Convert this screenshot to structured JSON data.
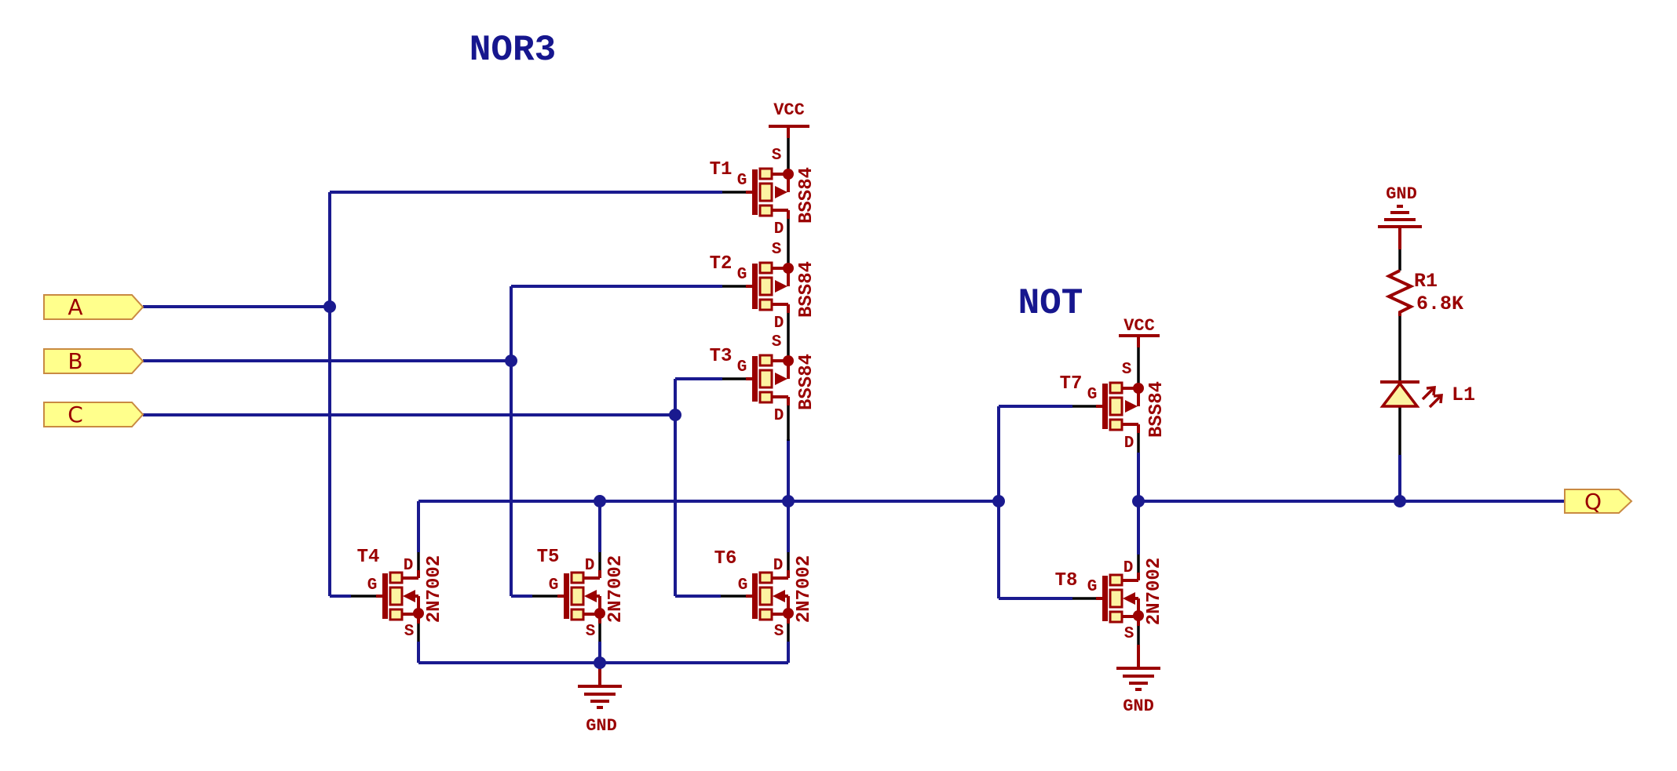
{
  "diagram": {
    "titles": {
      "nor3": "NOR3",
      "not": "NOT"
    },
    "ports": {
      "a": "A",
      "b": "B",
      "c": "C",
      "q": "Q"
    },
    "power": {
      "vcc": "VCC",
      "gnd": "GND"
    },
    "pins": {
      "g": "G",
      "s": "S",
      "d": "D"
    },
    "transistors": {
      "t1": {
        "ref": "T1",
        "part": "BSS84"
      },
      "t2": {
        "ref": "T2",
        "part": "BSS84"
      },
      "t3": {
        "ref": "T3",
        "part": "BSS84"
      },
      "t4": {
        "ref": "T4",
        "part": "2N7002"
      },
      "t5": {
        "ref": "T5",
        "part": "2N7002"
      },
      "t6": {
        "ref": "T6",
        "part": "2N7002"
      },
      "t7": {
        "ref": "T7",
        "part": "BSS84"
      },
      "t8": {
        "ref": "T8",
        "part": "2N7002"
      }
    },
    "resistor": {
      "ref": "R1",
      "value": "6.8K"
    },
    "led": {
      "ref": "L1"
    },
    "colors": {
      "net_wire": "#1a1a8f",
      "symbol": "#9a0000",
      "pin_wire": "#000000",
      "pad_fill": "#fcf3a2",
      "flag_fill": "#ffff8c",
      "flag_border": "#c98a42",
      "title": "#16168e"
    }
  }
}
